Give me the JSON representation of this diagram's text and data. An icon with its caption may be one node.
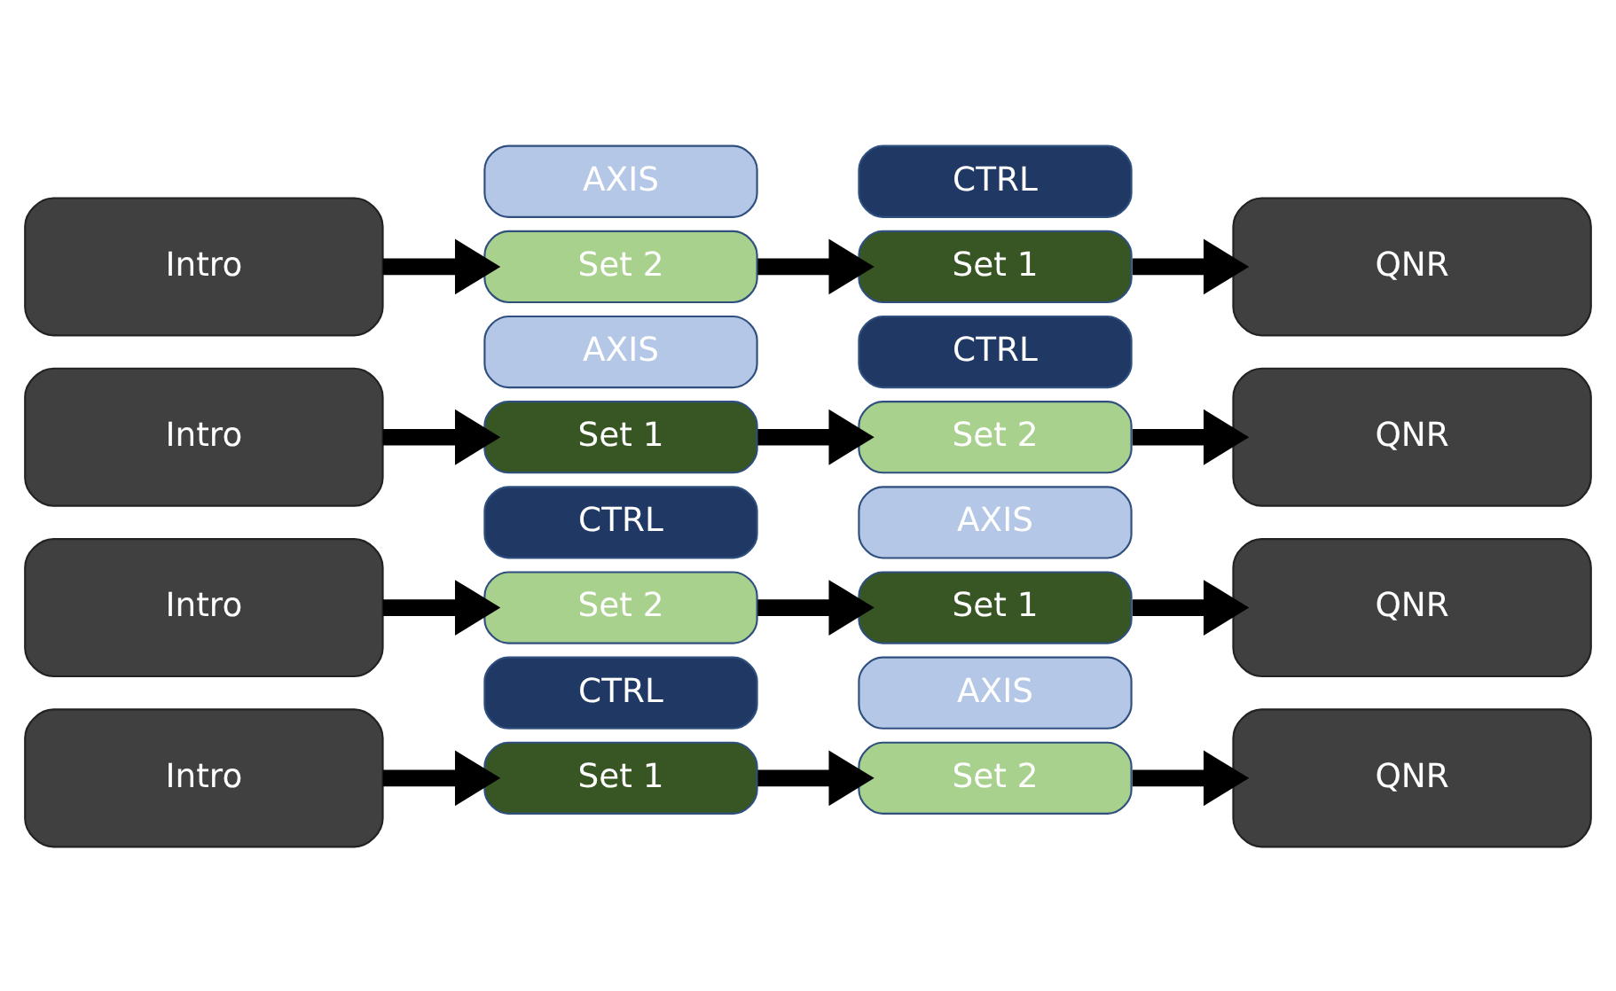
{
  "diagram": {
    "nodes": [
      {
        "text": [
          "Intro"
        ]
      },
      {
        "text": [
          "CTRL"
        ]
      },
      {
        "text": [
          "Set 1"
        ]
      },
      {
        "text": [
          "AXIS"
        ]
      },
      {
        "text": [
          "Set 2"
        ]
      },
      {
        "text": [
          "QNR"
        ]
      },
      {
        "text": [
          "Intro"
        ]
      },
      {
        "text": [
          "CTRL"
        ]
      },
      {
        "text": [
          "Set 2"
        ]
      },
      {
        "text": [
          "AXIS"
        ]
      },
      {
        "text": [
          "Set 1"
        ]
      },
      {
        "text": [
          "QNR"
        ]
      },
      {
        "text": [
          "Intro"
        ]
      },
      {
        "text": [
          "AXIS"
        ]
      },
      {
        "text": [
          "Set 1"
        ]
      },
      {
        "text": [
          "CTRL"
        ]
      },
      {
        "text": [
          "Set 2"
        ]
      },
      {
        "text": [
          "QNR"
        ]
      },
      {
        "text": [
          "Intro"
        ]
      },
      {
        "text": [
          "AXIS"
        ]
      },
      {
        "text": [
          "Set 2"
        ]
      },
      {
        "text": [
          "CTRL"
        ]
      },
      {
        "text": [
          "Set 1"
        ]
      },
      {
        "text": [
          "QNR"
        ]
      }
    ],
    "edges": [
      {
        "from": 0,
        "to": 2,
        "arrow": "to"
      },
      {
        "from": 2,
        "to": 4,
        "arrow": "to"
      },
      {
        "from": 4,
        "to": 5,
        "arrow": "to"
      },
      {
        "from": 6,
        "to": 8,
        "arrow": "to"
      },
      {
        "from": 8,
        "to": 10,
        "arrow": "to"
      },
      {
        "from": 10,
        "to": 11,
        "arrow": "to"
      },
      {
        "from": 12,
        "to": 14,
        "arrow": "to"
      },
      {
        "from": 14,
        "to": 16,
        "arrow": "to"
      },
      {
        "from": 16,
        "to": 17,
        "arrow": "to"
      },
      {
        "from": 18,
        "to": 20,
        "arrow": "to"
      },
      {
        "from": 20,
        "to": 22,
        "arrow": "to"
      },
      {
        "from": 22,
        "to": 23,
        "arrow": "to"
      }
    ]
  }
}
